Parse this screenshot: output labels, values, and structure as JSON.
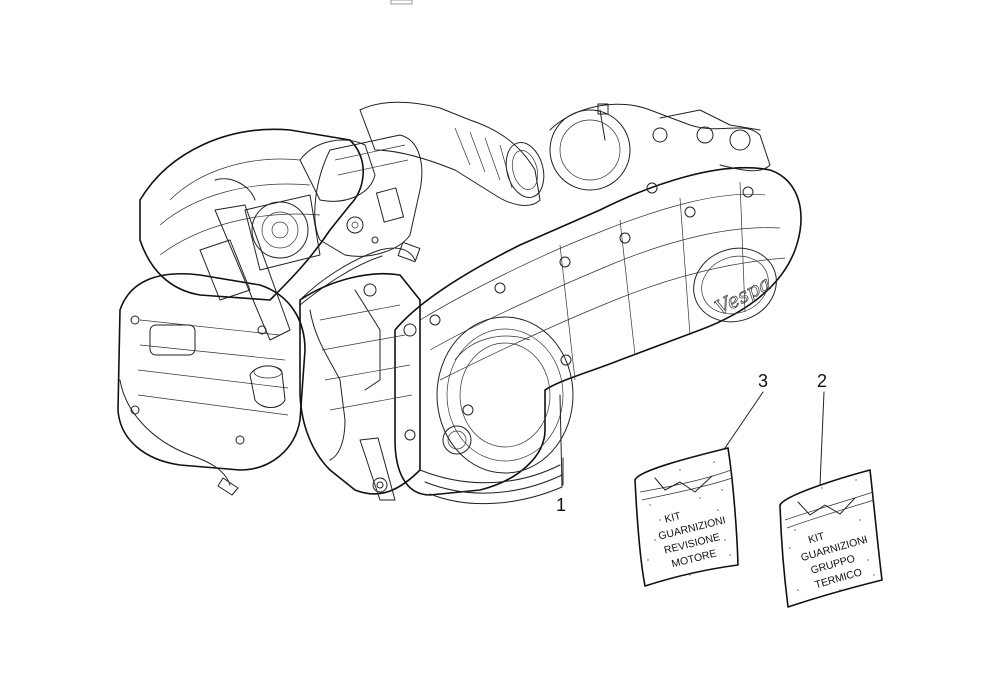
{
  "parts": [
    {
      "ref": "1",
      "name": "engine-assembly"
    },
    {
      "ref": "3",
      "name": "engine-gasket-kit",
      "label_lines": [
        "KIT",
        "GUARNIZIONI",
        "REVISIONE",
        "MOTORE"
      ]
    },
    {
      "ref": "2",
      "name": "cylinder-gasket-kit",
      "label_lines": [
        "KIT",
        "GUARNIZIONI",
        "GRUPPO",
        "TERMICO"
      ]
    }
  ],
  "brand_script": "Vespa"
}
